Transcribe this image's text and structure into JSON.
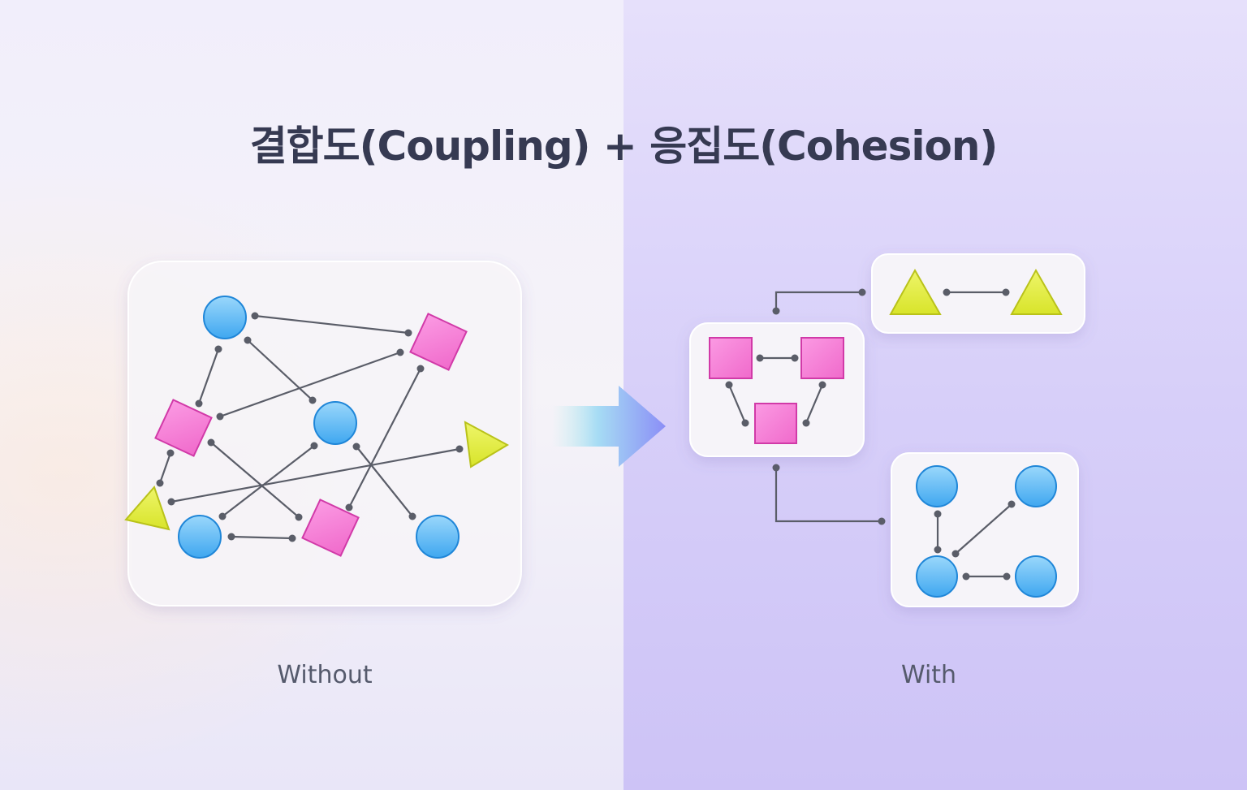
{
  "title": "결합도(Coupling) + 응집도(Cohesion)",
  "labels": {
    "without": "Without",
    "with": "With"
  },
  "colors": {
    "circle": "#5ab8f5",
    "square": "#f57fd6",
    "triangle": "#e3ec3c",
    "edge": "#5a5d68",
    "arrow_start": "#a8e6f0",
    "arrow_end": "#8d8ff5"
  }
}
